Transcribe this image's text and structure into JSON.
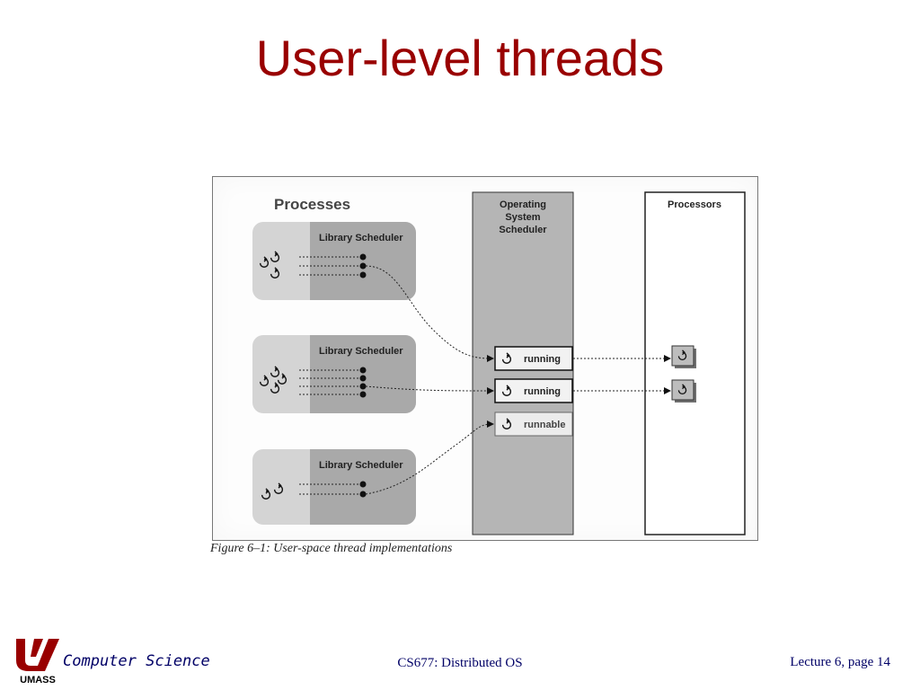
{
  "slide": {
    "title": "User-level threads"
  },
  "figure": {
    "processes_heading": "Processes",
    "library_scheduler_label": "Library Scheduler",
    "os_scheduler_line1": "Operating",
    "os_scheduler_line2": "System",
    "os_scheduler_line3": "Scheduler",
    "processors_heading": "Processors",
    "state_running_1": "running",
    "state_running_2": "running",
    "state_runnable": "runnable",
    "caption": "Figure 6–1:  User-space thread implementations"
  },
  "footer": {
    "logo_text": "UMASS",
    "department": "Computer Science",
    "course": "CS677: Distributed OS",
    "page": "Lecture 6, page 14"
  },
  "colors": {
    "title": "#990000",
    "footer_text": "#000066",
    "process_box_light": "#d4d4d4",
    "process_box_dark": "#a9a9a9",
    "os_column": "#b5b5b5"
  }
}
